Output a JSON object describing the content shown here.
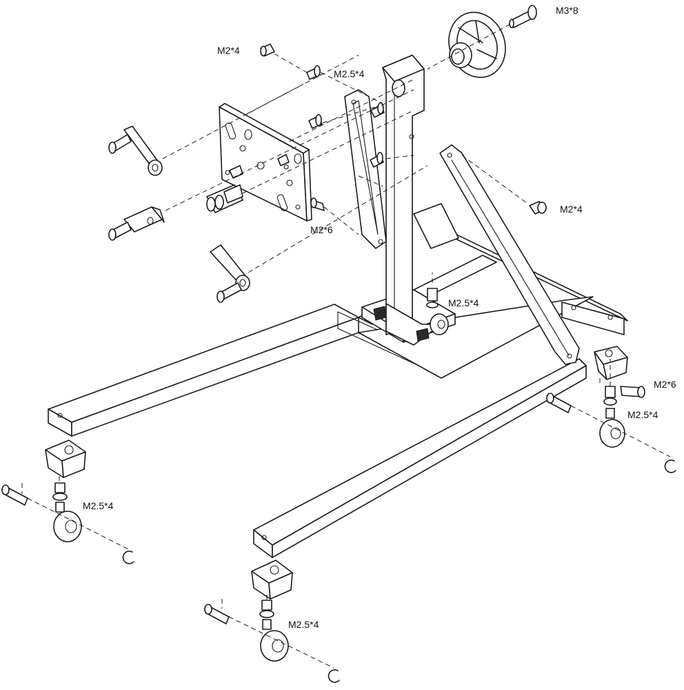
{
  "diagram": {
    "labels": [
      {
        "id": "m3x8",
        "text": "M3*8"
      },
      {
        "id": "m2x4-top",
        "text": "M2*4"
      },
      {
        "id": "m25x4-top",
        "text": "M2.5*4"
      },
      {
        "id": "m2x4-right",
        "text": "M2*4"
      },
      {
        "id": "m2x6-plate",
        "text": "M2*6"
      },
      {
        "id": "m25x4-center",
        "text": "M2.5*4"
      },
      {
        "id": "m2x6-right",
        "text": "M2*6"
      },
      {
        "id": "m25x4-right",
        "text": "M2.5*4"
      },
      {
        "id": "m25x4-left",
        "text": "M2.5*4"
      },
      {
        "id": "m25x4-bottom",
        "text": "M2.5*4"
      }
    ]
  }
}
